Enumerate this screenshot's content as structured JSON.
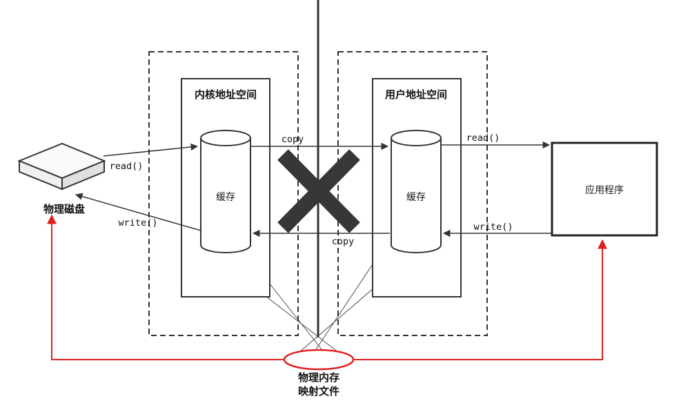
{
  "diagram": {
    "colors": {
      "stroke": "#333333",
      "thin_line": "#4a4a4a",
      "cross": "#373737",
      "red": "#e01f1f"
    },
    "disk": {
      "label": "物理磁盘"
    },
    "kernel_region": {
      "title": "内核地址空间",
      "cache_label": "缓存"
    },
    "user_region": {
      "title": "用户地址空间",
      "cache_label": "缓存"
    },
    "application": {
      "label": "应用程序"
    },
    "arrows": {
      "disk_read": "read()",
      "disk_write": "write()",
      "copy_top": "copy",
      "copy_bottom": "copy",
      "app_read": "read()",
      "app_write": "write()"
    },
    "memory": {
      "line1": "物理内存",
      "line2": "映射文件"
    }
  }
}
